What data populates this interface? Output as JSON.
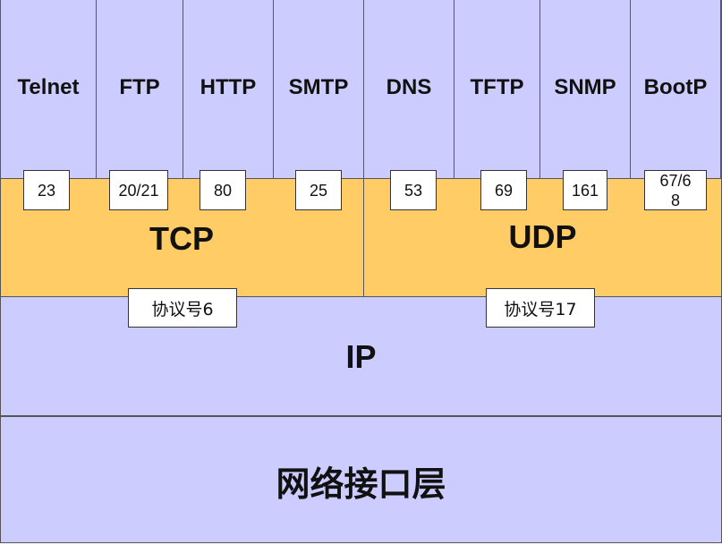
{
  "application_protocols": [
    {
      "name": "Telnet",
      "port": "23"
    },
    {
      "name": "FTP",
      "port": "20/21"
    },
    {
      "name": "HTTP",
      "port": "80"
    },
    {
      "name": "SMTP",
      "port": "25"
    },
    {
      "name": "DNS",
      "port": "53"
    },
    {
      "name": "TFTP",
      "port": "69"
    },
    {
      "name": "SNMP",
      "port": "161"
    },
    {
      "name": "BootP",
      "port": "67/68"
    }
  ],
  "transport": {
    "tcp": {
      "label": "TCP",
      "protocol_number": "协议号6"
    },
    "udp": {
      "label": "UDP",
      "protocol_number": "协议号17"
    }
  },
  "network": {
    "label": "IP"
  },
  "link": {
    "label": "网络接口层"
  },
  "colors": {
    "application_bg": "#ccccff",
    "transport_bg": "#ffcc66",
    "ip_bg": "#ccccff",
    "link_bg": "#ccccff"
  }
}
